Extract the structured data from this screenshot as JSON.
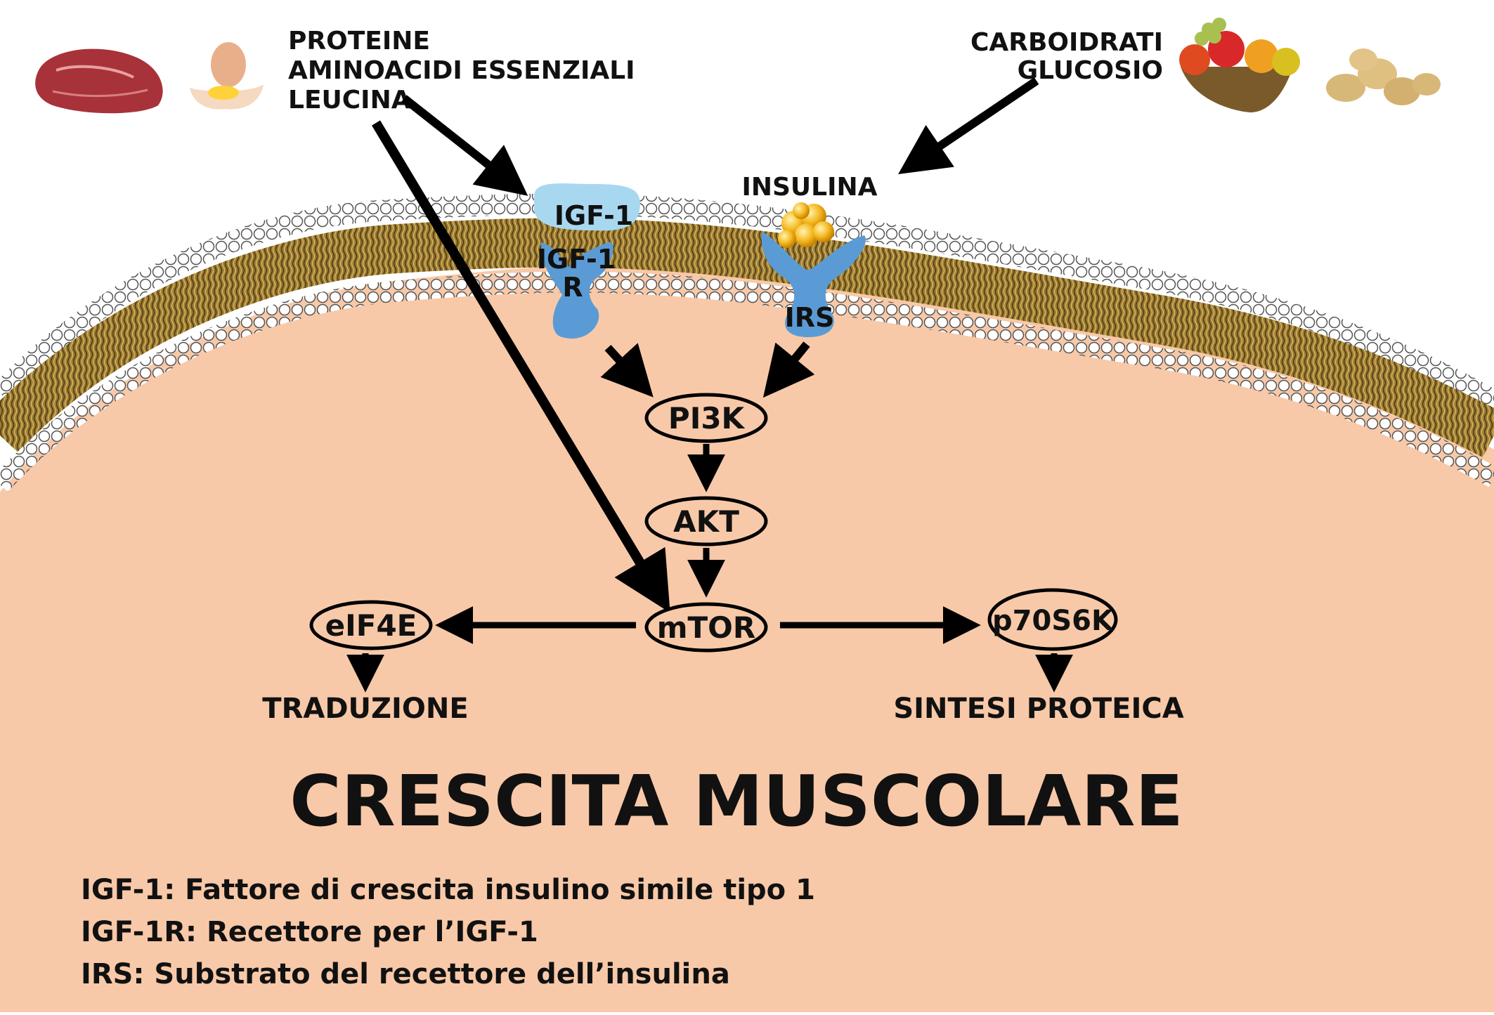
{
  "sources": {
    "protein_lines": [
      "PROTEINE",
      "AMINOACIDI ESSENZIALI",
      "LEUCINA"
    ],
    "carb_lines": [
      "CARBOIDRATI",
      "GLUCOSIO"
    ],
    "insulin": "INSULINA"
  },
  "receptors": {
    "igf1": "IGF-1",
    "igf1r_line1": "IGF-1",
    "igf1r_line2": "R",
    "irs": "IRS"
  },
  "nodes": {
    "pi3k": "PI3K",
    "akt": "AKT",
    "mtor": "mTOR",
    "eif4e": "eIF4E",
    "p70s6k": "p70S6K"
  },
  "outcomes": {
    "translation": "TRADUZIONE",
    "protein_synthesis": "SINTESI PROTEICA"
  },
  "title": "CRESCITA MUSCOLARE",
  "legend": [
    "IGF-1: Fattore di crescita insulino simile tipo 1",
    "IGF-1R: Recettore per l’IGF-1",
    "IRS: Substrato del recettore dell’insulina"
  ],
  "colors": {
    "cytoplasm": "#f8c9a8",
    "membrane_tail": "#8a6a2a",
    "membrane_head": "#ffffff",
    "receptor_light": "#a8d8f0",
    "receptor_dark": "#5b9bd5",
    "insulin": "#f5b820",
    "arrow": "#000000"
  },
  "icons": [
    "meat-icon",
    "egg-icon",
    "fruit-basket-icon",
    "potatoes-icon",
    "insulin-molecule-icon"
  ]
}
